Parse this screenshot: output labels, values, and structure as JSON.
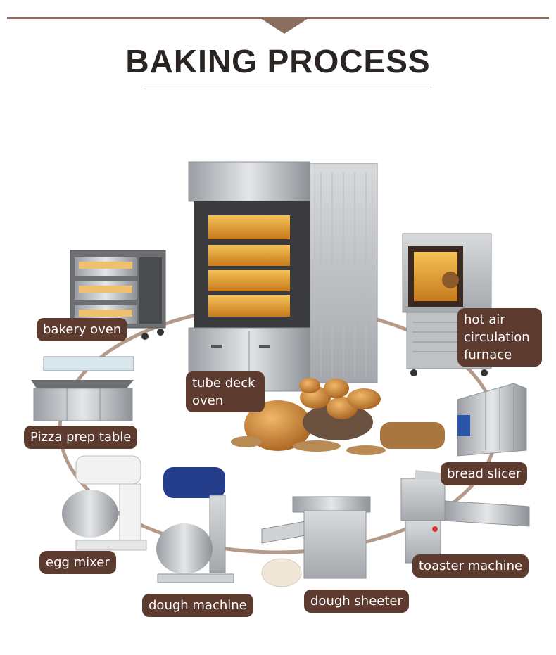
{
  "title": "BAKING PROCESS",
  "colors": {
    "accent": "#8a6d5c",
    "label_bg": "#5e3b2f",
    "label_text": "#ffffff",
    "title_text": "#2a2522"
  },
  "labels": {
    "bakery_oven": "bakery oven",
    "tube_deck_oven": [
      "tube deck",
      "oven"
    ],
    "hot_air_furnace": [
      "hot air",
      "circulation",
      "furnace"
    ],
    "pizza_prep_table": "Pizza prep table",
    "bread_slicer": "bread slicer",
    "egg_mixer": "egg mixer",
    "toaster_machine": "toaster machine",
    "dough_machine": "dough machine",
    "dough_sheeter": "dough sheeter"
  },
  "icons": [
    "deck-oven-image",
    "tube-deck-oven-image",
    "hot-air-furnace-image",
    "pizza-prep-table-image",
    "bread-slicer-image",
    "egg-mixer-image",
    "toaster-machine-image",
    "dough-machine-image",
    "dough-sheeter-image",
    "bread-pile-image"
  ]
}
